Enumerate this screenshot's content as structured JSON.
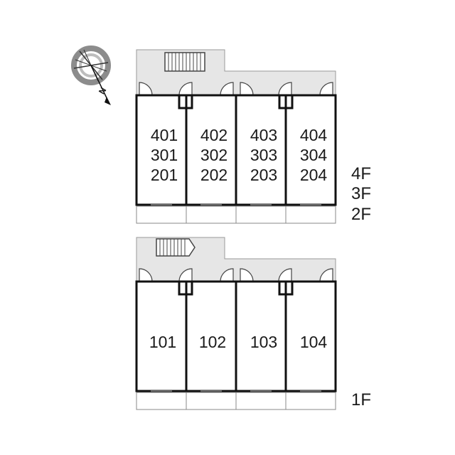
{
  "compass": {
    "label": "N",
    "icon": "compass-icon"
  },
  "upper": {
    "units": [
      {
        "lines": [
          "401",
          "301",
          "201"
        ]
      },
      {
        "lines": [
          "402",
          "302",
          "202"
        ]
      },
      {
        "lines": [
          "403",
          "303",
          "203"
        ]
      },
      {
        "lines": [
          "404",
          "304",
          "204"
        ]
      }
    ],
    "floor_labels": [
      "4F",
      "3F",
      "2F"
    ]
  },
  "lower": {
    "units": [
      {
        "lines": [
          "101"
        ]
      },
      {
        "lines": [
          "102"
        ]
      },
      {
        "lines": [
          "103"
        ]
      },
      {
        "lines": [
          "104"
        ]
      }
    ],
    "floor_labels": [
      "1F"
    ]
  },
  "colors": {
    "corridor": "#e6e6e6",
    "wall": "#111111",
    "line": "#999999"
  }
}
